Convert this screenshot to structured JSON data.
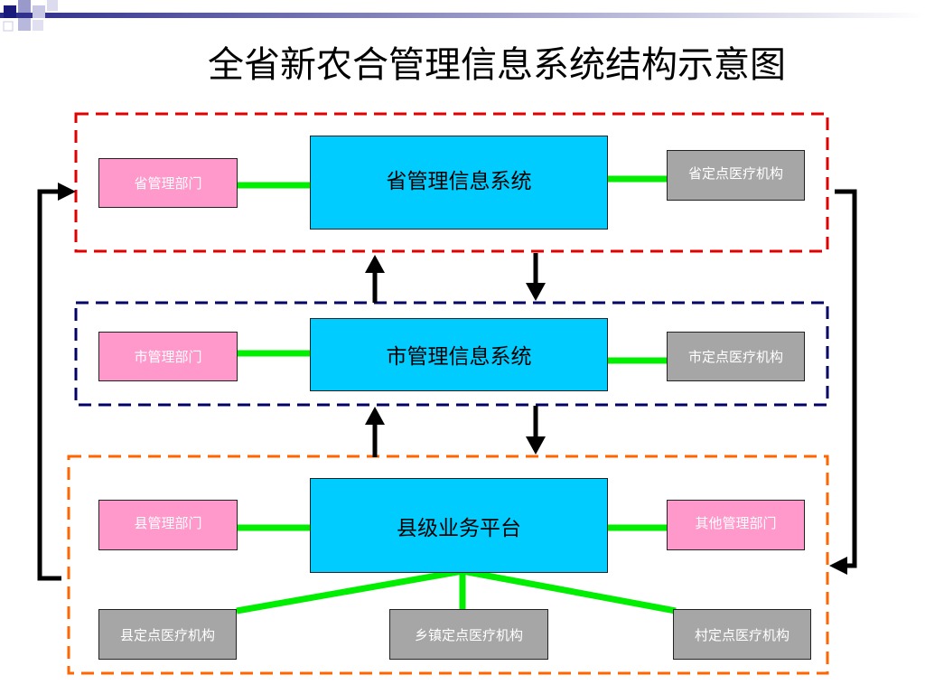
{
  "title": "全省新农合管理信息系统结构示意图",
  "colors": {
    "province_border": "#e00000",
    "city_border": "#000066",
    "county_border": "#ff6600",
    "connector": "#00ee00",
    "admin_box": "#ff99cc",
    "institution_box": "#a6a6a6",
    "system_box": "#00ccff",
    "arrow": "#000000"
  },
  "province": {
    "admin_dept": "省管理部门",
    "system": "省管理信息系统",
    "institution": "省定点医疗机构"
  },
  "city": {
    "admin_dept": "市管理部门",
    "system": "市管理信息系统",
    "institution": "市定点医疗机构"
  },
  "county": {
    "admin_dept": "县管理部门",
    "platform": "县级业务平台",
    "other_dept": "其他管理部门",
    "county_institution": "县定点医疗机构",
    "township_institution": "乡镇定点医疗机构",
    "village_institution": "村定点医疗机构"
  }
}
